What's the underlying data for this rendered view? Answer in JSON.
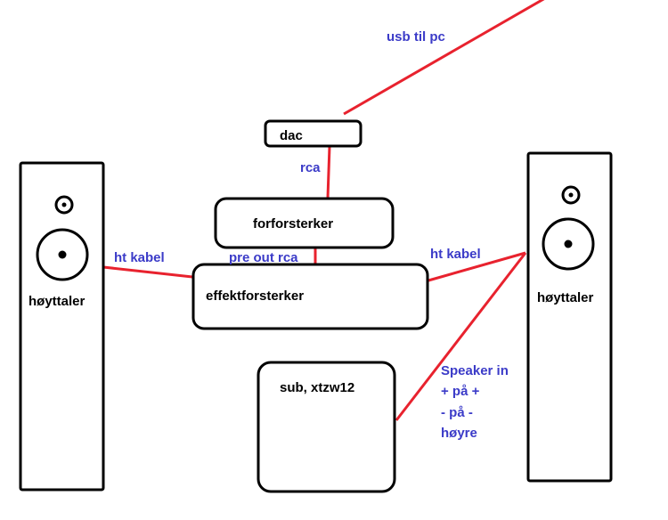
{
  "devices": {
    "dac": "dac",
    "preamp": "forforsterker",
    "power_amp": "effektforsterker",
    "sub": "sub, xtzw12",
    "speaker_left": "høyttaler",
    "speaker_right": "høyttaler"
  },
  "cables": {
    "usb": "usb til pc",
    "rca": "rca",
    "pre_out": "pre out rca",
    "ht_left": "ht kabel",
    "ht_right": "ht kabel",
    "sub_note": [
      "Speaker in",
      "+ på +",
      "- på -",
      "høyre"
    ]
  },
  "colors": {
    "wire": "#e8222e",
    "cable_label": "#3b3bc8",
    "outline": "#000000"
  }
}
